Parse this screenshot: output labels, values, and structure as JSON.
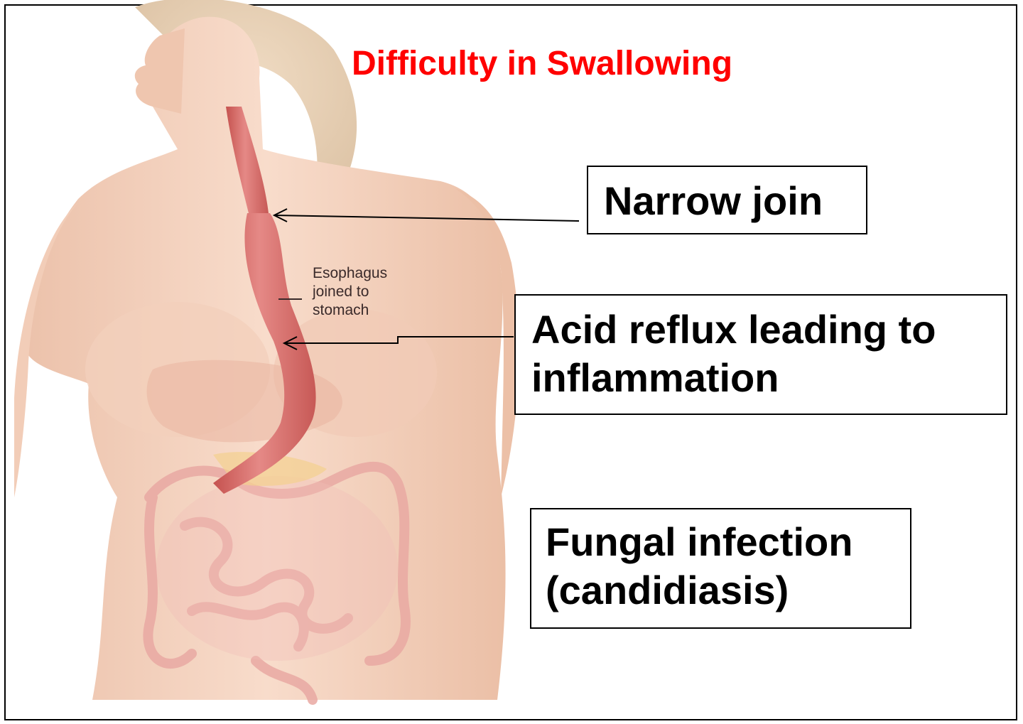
{
  "title": "Difficulty in Swallowing",
  "illustration": {
    "label_lines": [
      "Esophagus",
      "joined to",
      "stomach"
    ]
  },
  "callouts": {
    "narrow_join": "Narrow join",
    "acid_reflux_line1": "Acid reflux leading to",
    "acid_reflux_line2": "inflammation",
    "fungal_line1": "Fungal infection",
    "fungal_line2": "(candidiasis)"
  },
  "colors": {
    "title": "#ff0000",
    "skin": "#f5d2bd",
    "esophagus": "#d9696a",
    "intestines": "#efb9b3"
  }
}
